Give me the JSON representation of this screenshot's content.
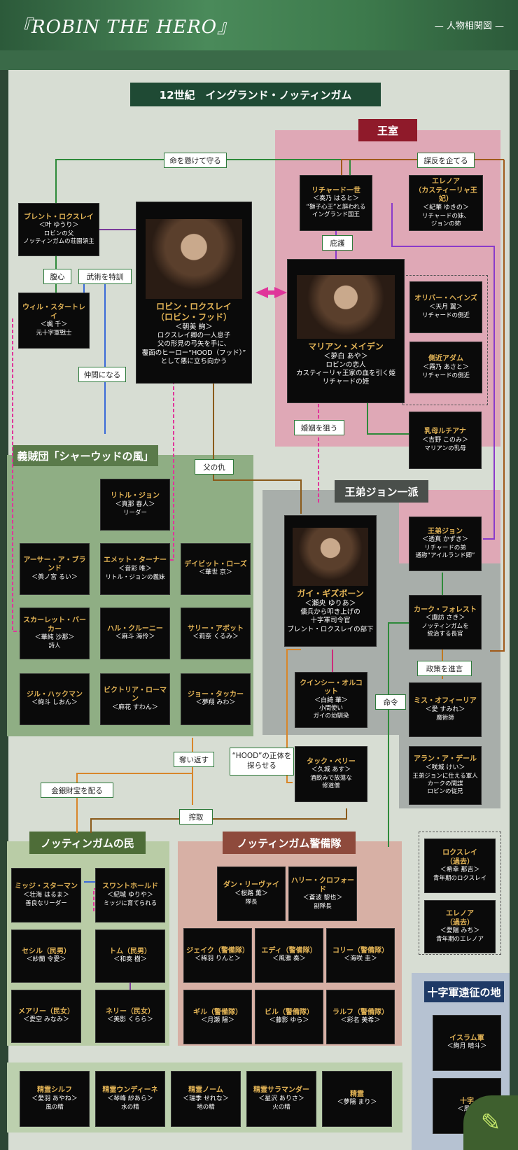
{
  "header": {
    "title": "『ROBIN THE HERO』",
    "subtitle": "— 人物相関図 —"
  },
  "setting": "12世紀　イングランド・ノッティンガム",
  "sections": {
    "royal": "王室",
    "john": "王弟ジョン一派",
    "sherwood": "義賊団「シャーウッドの風」",
    "people": "ノッティンガムの民",
    "guard": "ノッティンガム警備隊",
    "crusade": "十字軍遠征の地"
  },
  "connectors": {
    "protect": "命を懸けて守る",
    "conspire": "謀反を企てる",
    "confidant": "腹心",
    "train": "武術を特訓",
    "companion": "仲間になる",
    "shelter": "庇護",
    "marriage": "婚姻を狙う",
    "father": "父の仇",
    "policy": "政策を進言",
    "order": "命令",
    "hood": "“HOOD”の正体を探らせる",
    "retake": "奪い返す",
    "distribute": "金銀財宝を配る",
    "exploit": "搾取"
  },
  "cards": {
    "brent": {
      "name": "ブレント・ロクスレイ",
      "actor": "＜叶 ゆうり＞",
      "desc": "ロビンの父\nノッティンガムの荘園領主"
    },
    "will": {
      "name": "ウィル・スタートレイ",
      "actor": "＜颯 千＞",
      "desc": "元十字軍戦士"
    },
    "robin": {
      "name": "ロビン・ロクスレイ\n（ロビン・フッド）",
      "actor": "＜朝美 絢＞",
      "desc": "ロクスレイ卿の一人息子\n父の形見の弓矢を手に、\n覆面のヒーロー“HOOD（フッド）”\nとして悪に立ち向かう"
    },
    "richard": {
      "name": "リチャード一世",
      "actor": "＜奏乃 はると＞",
      "desc": "“獅子心王”と謳われる\nイングランド国王"
    },
    "eleanor": {
      "name": "エレノア\n（カスティーリャ王妃）",
      "actor": "＜紀華 ゆきの＞",
      "desc": "リチャードの妹、\nジョンの姉"
    },
    "marian": {
      "name": "マリアン・メイデン",
      "actor": "＜夢白 あや＞",
      "desc": "ロビンの恋人\nカスティーリャ王家の血を引く姫\nリチャードの姪"
    },
    "oliver": {
      "name": "オリバー・ヘインズ",
      "actor": "＜天月 翼＞",
      "desc": "リチャードの側近"
    },
    "adam": {
      "name": "側近アダム",
      "actor": "＜霧乃 あさと＞",
      "desc": "リチャードの側近"
    },
    "lucina": {
      "name": "乳母ルチアナ",
      "actor": "＜吉野 このみ＞",
      "desc": "マリアンの乳母"
    },
    "littlejohn": {
      "name": "リトル・ジョン",
      "actor": "＜真那 春人＞",
      "desc": "リーダー"
    },
    "arthur": {
      "name": "アーサー・ア・ブランド",
      "actor": "＜眞ノ宮 るい＞",
      "desc": ""
    },
    "emmet": {
      "name": "エメット・ターナー",
      "actor": "＜音彩 唯＞",
      "desc": "リトル・ジョンの義妹"
    },
    "david": {
      "name": "デイビット・ローズ",
      "actor": "＜華世 京＞",
      "desc": ""
    },
    "scarlett": {
      "name": "スカーレット・バーカー",
      "actor": "＜華純 沙那＞",
      "desc": "詩人"
    },
    "hal": {
      "name": "ハル・クルーニー",
      "actor": "＜麻斗 海伶＞",
      "desc": ""
    },
    "sally": {
      "name": "サリー・アボット",
      "actor": "＜莉奈 くるみ＞",
      "desc": ""
    },
    "jill": {
      "name": "ジル・ハックマン",
      "actor": "＜絢斗 しおん＞",
      "desc": ""
    },
    "victoria": {
      "name": "ビクトリア・ローマン",
      "actor": "＜麻花 すわん＞",
      "desc": ""
    },
    "joe": {
      "name": "ジョー・タッカー",
      "actor": "＜夢翔 みわ＞",
      "desc": ""
    },
    "guy": {
      "name": "ガイ・ギズボーン",
      "actor": "＜瀬央 ゆりあ＞",
      "desc": "傭兵から叩き上げの\n十字軍司令官\nブレント・ロクスレイの部下"
    },
    "prince": {
      "name": "王弟ジョン",
      "actor": "＜透真 かずき＞",
      "desc": "リチャードの弟\n通称“アイルランド卿”"
    },
    "kirk": {
      "name": "カーク・フォレスト",
      "actor": "＜諏訪 さき＞",
      "desc": "ノッティンガムを\n統治する長官"
    },
    "quincy": {
      "name": "クインシー・オルコット",
      "actor": "＜白綺 華＞",
      "desc": "小間使い\nガイの幼馴染"
    },
    "ophelia": {
      "name": "ミス・オフィーリア",
      "actor": "＜愛 すみれ＞",
      "desc": "魔術師"
    },
    "tuck": {
      "name": "タック・ベリー",
      "actor": "＜久城 あす＞",
      "desc": "酒飲みで放蕩な\n修道僧"
    },
    "alan": {
      "name": "アラン・ア・デール",
      "actor": "＜咲城 けい＞",
      "desc": "王弟ジョンに仕える軍人\nカークの間諜\nロビンの従兄"
    },
    "midge": {
      "name": "ミッジ・スターマン",
      "actor": "＜壮海 はるま＞",
      "desc": "善良なリーダー"
    },
    "swanthold": {
      "name": "スワントホールド",
      "actor": "＜紀城 ゆりや＞",
      "desc": "ミッジに育てられる"
    },
    "cecil": {
      "name": "セシル（民男）",
      "actor": "＜紗蘭 令愛＞",
      "desc": ""
    },
    "tom": {
      "name": "トム（民男）",
      "actor": "＜和奏 樹＞",
      "desc": ""
    },
    "mary": {
      "name": "メアリー（民女）",
      "actor": "＜愛空 みなみ＞",
      "desc": ""
    },
    "nelly": {
      "name": "ネリー（民女）",
      "actor": "＜美影 くらら＞",
      "desc": ""
    },
    "dan": {
      "name": "ダン・リーヴァイ",
      "actor": "＜桜路 薫＞",
      "desc": "隊長"
    },
    "harry": {
      "name": "ハリー・クロフォード",
      "actor": "＜蒼波 黎也＞",
      "desc": "副隊長"
    },
    "jake": {
      "name": "ジェイク（警備隊）",
      "actor": "＜稀羽 りんと＞",
      "desc": ""
    },
    "eddie": {
      "name": "エディ（警備隊）",
      "actor": "＜風雅 奏＞",
      "desc": ""
    },
    "corey": {
      "name": "コリー（警備隊）",
      "actor": "＜海咲 圭＞",
      "desc": ""
    },
    "gill": {
      "name": "ギル（警備隊）",
      "actor": "＜月瀬 陽＞",
      "desc": ""
    },
    "bill": {
      "name": "ビル（警備隊）",
      "actor": "＜藤影 ゆら＞",
      "desc": ""
    },
    "ralph": {
      "name": "ラルフ（警備隊）",
      "actor": "＜彩名 美希＞",
      "desc": ""
    },
    "locksley_past": {
      "name": "ロクスレイ\n（過去）",
      "actor": "＜希幸 那吉＞",
      "desc": "青年期のロクスレイ"
    },
    "eleanor_past": {
      "name": "エレノア\n（過去）",
      "actor": "＜愛陽 みち＞",
      "desc": "青年期のエレノア"
    },
    "islam": {
      "name": "イスラム軍",
      "actor": "＜絢月 晴斗＞",
      "desc": ""
    },
    "crusader": {
      "name": "十字",
      "actor": "＜風立",
      "desc": ""
    },
    "sylph": {
      "name": "精霊シルフ",
      "actor": "＜愛羽 あやね＞",
      "desc": "風の精"
    },
    "undine": {
      "name": "精霊ウンディーネ",
      "actor": "＜琴峰 紗あら＞",
      "desc": "水の精"
    },
    "gnome": {
      "name": "精霊ノーム",
      "actor": "＜瑞季 せれな＞",
      "desc": "地の精"
    },
    "salamander": {
      "name": "精霊サラマンダー",
      "actor": "＜星沢 ありさ＞",
      "desc": "火の精"
    },
    "spirit": {
      "name": "精霊",
      "actor": "＜夢陽 まり＞",
      "desc": ""
    }
  }
}
